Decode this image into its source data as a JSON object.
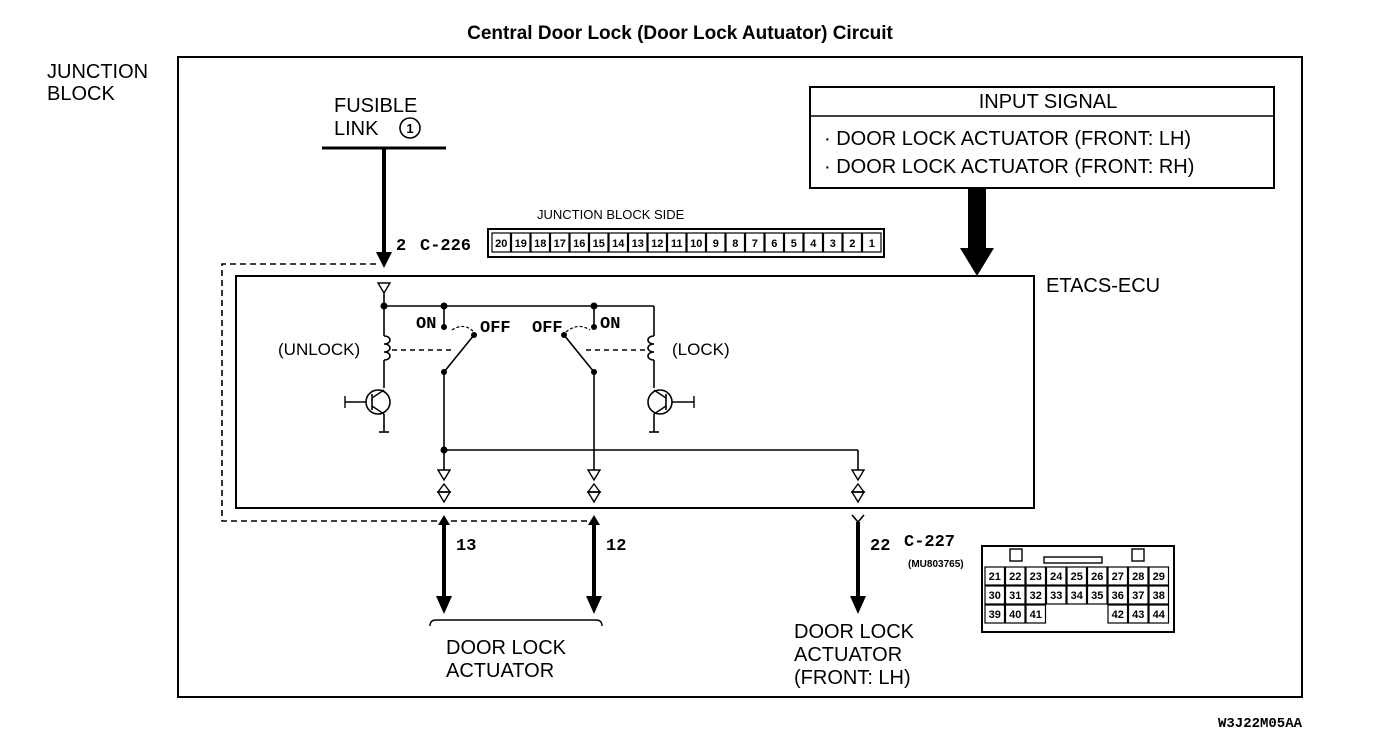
{
  "diagram": {
    "title": "Central Door Lock (Door Lock Autuator) Circuit",
    "junction_block_label": [
      "JUNCTION",
      "BLOCK"
    ],
    "fusible_link_label": [
      "FUSIBLE",
      "LINK"
    ],
    "fusible_link_number": "1",
    "input_signal": {
      "header": "INPUT SIGNAL",
      "items": [
        "· DOOR LOCK ACTUATOR (FRONT: LH)",
        "· DOOR LOCK ACTUATOR (FRONT: RH)"
      ]
    },
    "ecu_label": "ETACS-ECU",
    "connector_c226": {
      "pin_label": "2",
      "name": "C-226",
      "side_label": "JUNCTION BLOCK SIDE",
      "pins": [
        "20",
        "19",
        "18",
        "17",
        "16",
        "15",
        "14",
        "13",
        "12",
        "11",
        "10",
        "9",
        "8",
        "7",
        "6",
        "5",
        "4",
        "3",
        "2",
        "1"
      ]
    },
    "connector_c227": {
      "pin_label": "22",
      "name": "C-227",
      "part_number": "(MU803765)",
      "rows": [
        [
          "21",
          "22",
          "23",
          "24",
          "25",
          "26",
          "27",
          "28",
          "29"
        ],
        [
          "30",
          "31",
          "32",
          "33",
          "34",
          "35",
          "36",
          "37",
          "38"
        ],
        [
          "39",
          "40",
          "41",
          "",
          "",
          "",
          "42",
          "43",
          "44"
        ]
      ]
    },
    "relays": {
      "unlock_label": "(UNLOCK)",
      "lock_label": "(LOCK)",
      "on_label": "ON",
      "off_label": "OFF"
    },
    "terminals": {
      "t13": "13",
      "t12": "12"
    },
    "outputs": {
      "door_lock_actuator": [
        "DOOR LOCK",
        "ACTUATOR"
      ],
      "door_lock_actuator_front_lh": [
        "DOOR LOCK",
        "ACTUATOR",
        "(FRONT: LH)"
      ]
    },
    "figure_code": "W3J22M05AA"
  }
}
